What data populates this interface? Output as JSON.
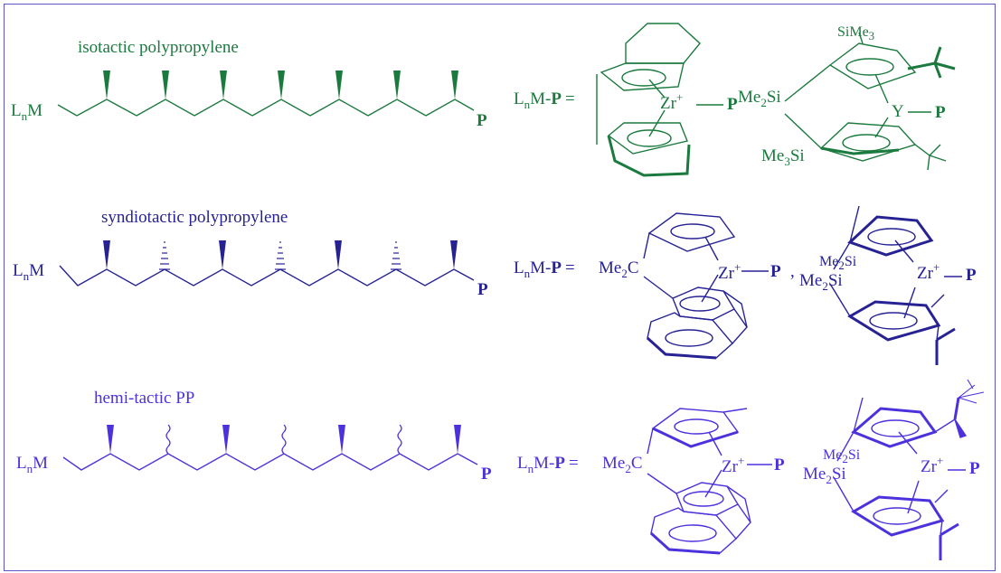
{
  "rows": [
    {
      "id": "isotactic",
      "title": "isotactic polypropylene",
      "color": "#1b7a3e",
      "chain_label": "L",
      "chain_sub": "n",
      "chain_label2": "M",
      "end_label": "P",
      "eq_label": "L",
      "eq_sub": "n",
      "eq_label2": "M-",
      "eq_p": "P",
      "eq_sign": "=",
      "zr": "Zr",
      "zr_sup": "+",
      "zr_p": "P",
      "sime3": "SiMe",
      "sime3_sub": "3",
      "me2si": "Me",
      "me2si_sub": "2",
      "me2si_2": "Si",
      "y_label": "Y",
      "y_p": "P",
      "me3si": "Me",
      "me3si_sub": "3",
      "me3si_2": "Si"
    },
    {
      "id": "syndiotactic",
      "title": "syndiotactic polypropylene",
      "color": "#262294",
      "chain_label": "L",
      "chain_sub": "n",
      "chain_label2": "M",
      "end_label": "P",
      "eq_label": "L",
      "eq_sub": "n",
      "eq_label2": "M-",
      "eq_p": "P",
      "eq_sign": "=",
      "me2c": "Me",
      "me2c_sub": "2",
      "me2c_2": "C",
      "zr": "Zr",
      "zr_sup": "+",
      "zr_p": "P",
      "comma": ",",
      "me2si_a": "Me",
      "me2si_a_sub": "2",
      "me2si_a_2": "Si",
      "me2si_b": "Me",
      "me2si_b_sub": "2",
      "me2si_b_2": "Si",
      "zr2": "Zr",
      "zr2_sup": "+",
      "zr2_p": "P"
    },
    {
      "id": "hemitactic",
      "title": "hemi-tactic PP",
      "color": "#4b32dc",
      "chain_label": "L",
      "chain_sub": "n",
      "chain_label2": "M",
      "end_label": "P",
      "eq_label": "L",
      "eq_sub": "n",
      "eq_label2": "M-",
      "eq_p": "P",
      "eq_sign": "=",
      "me2c": "Me",
      "me2c_sub": "2",
      "me2c_2": "C",
      "zr": "Zr",
      "zr_sup": "+",
      "zr_p": "P",
      "me2si_a": "Me",
      "me2si_a_sub": "2",
      "me2si_a_2": "Si",
      "me2si_b": "Me",
      "me2si_b_sub": "2",
      "me2si_b_2": "Si",
      "zr2": "Zr",
      "zr2_sup": "+",
      "zr2_p": "P"
    }
  ]
}
